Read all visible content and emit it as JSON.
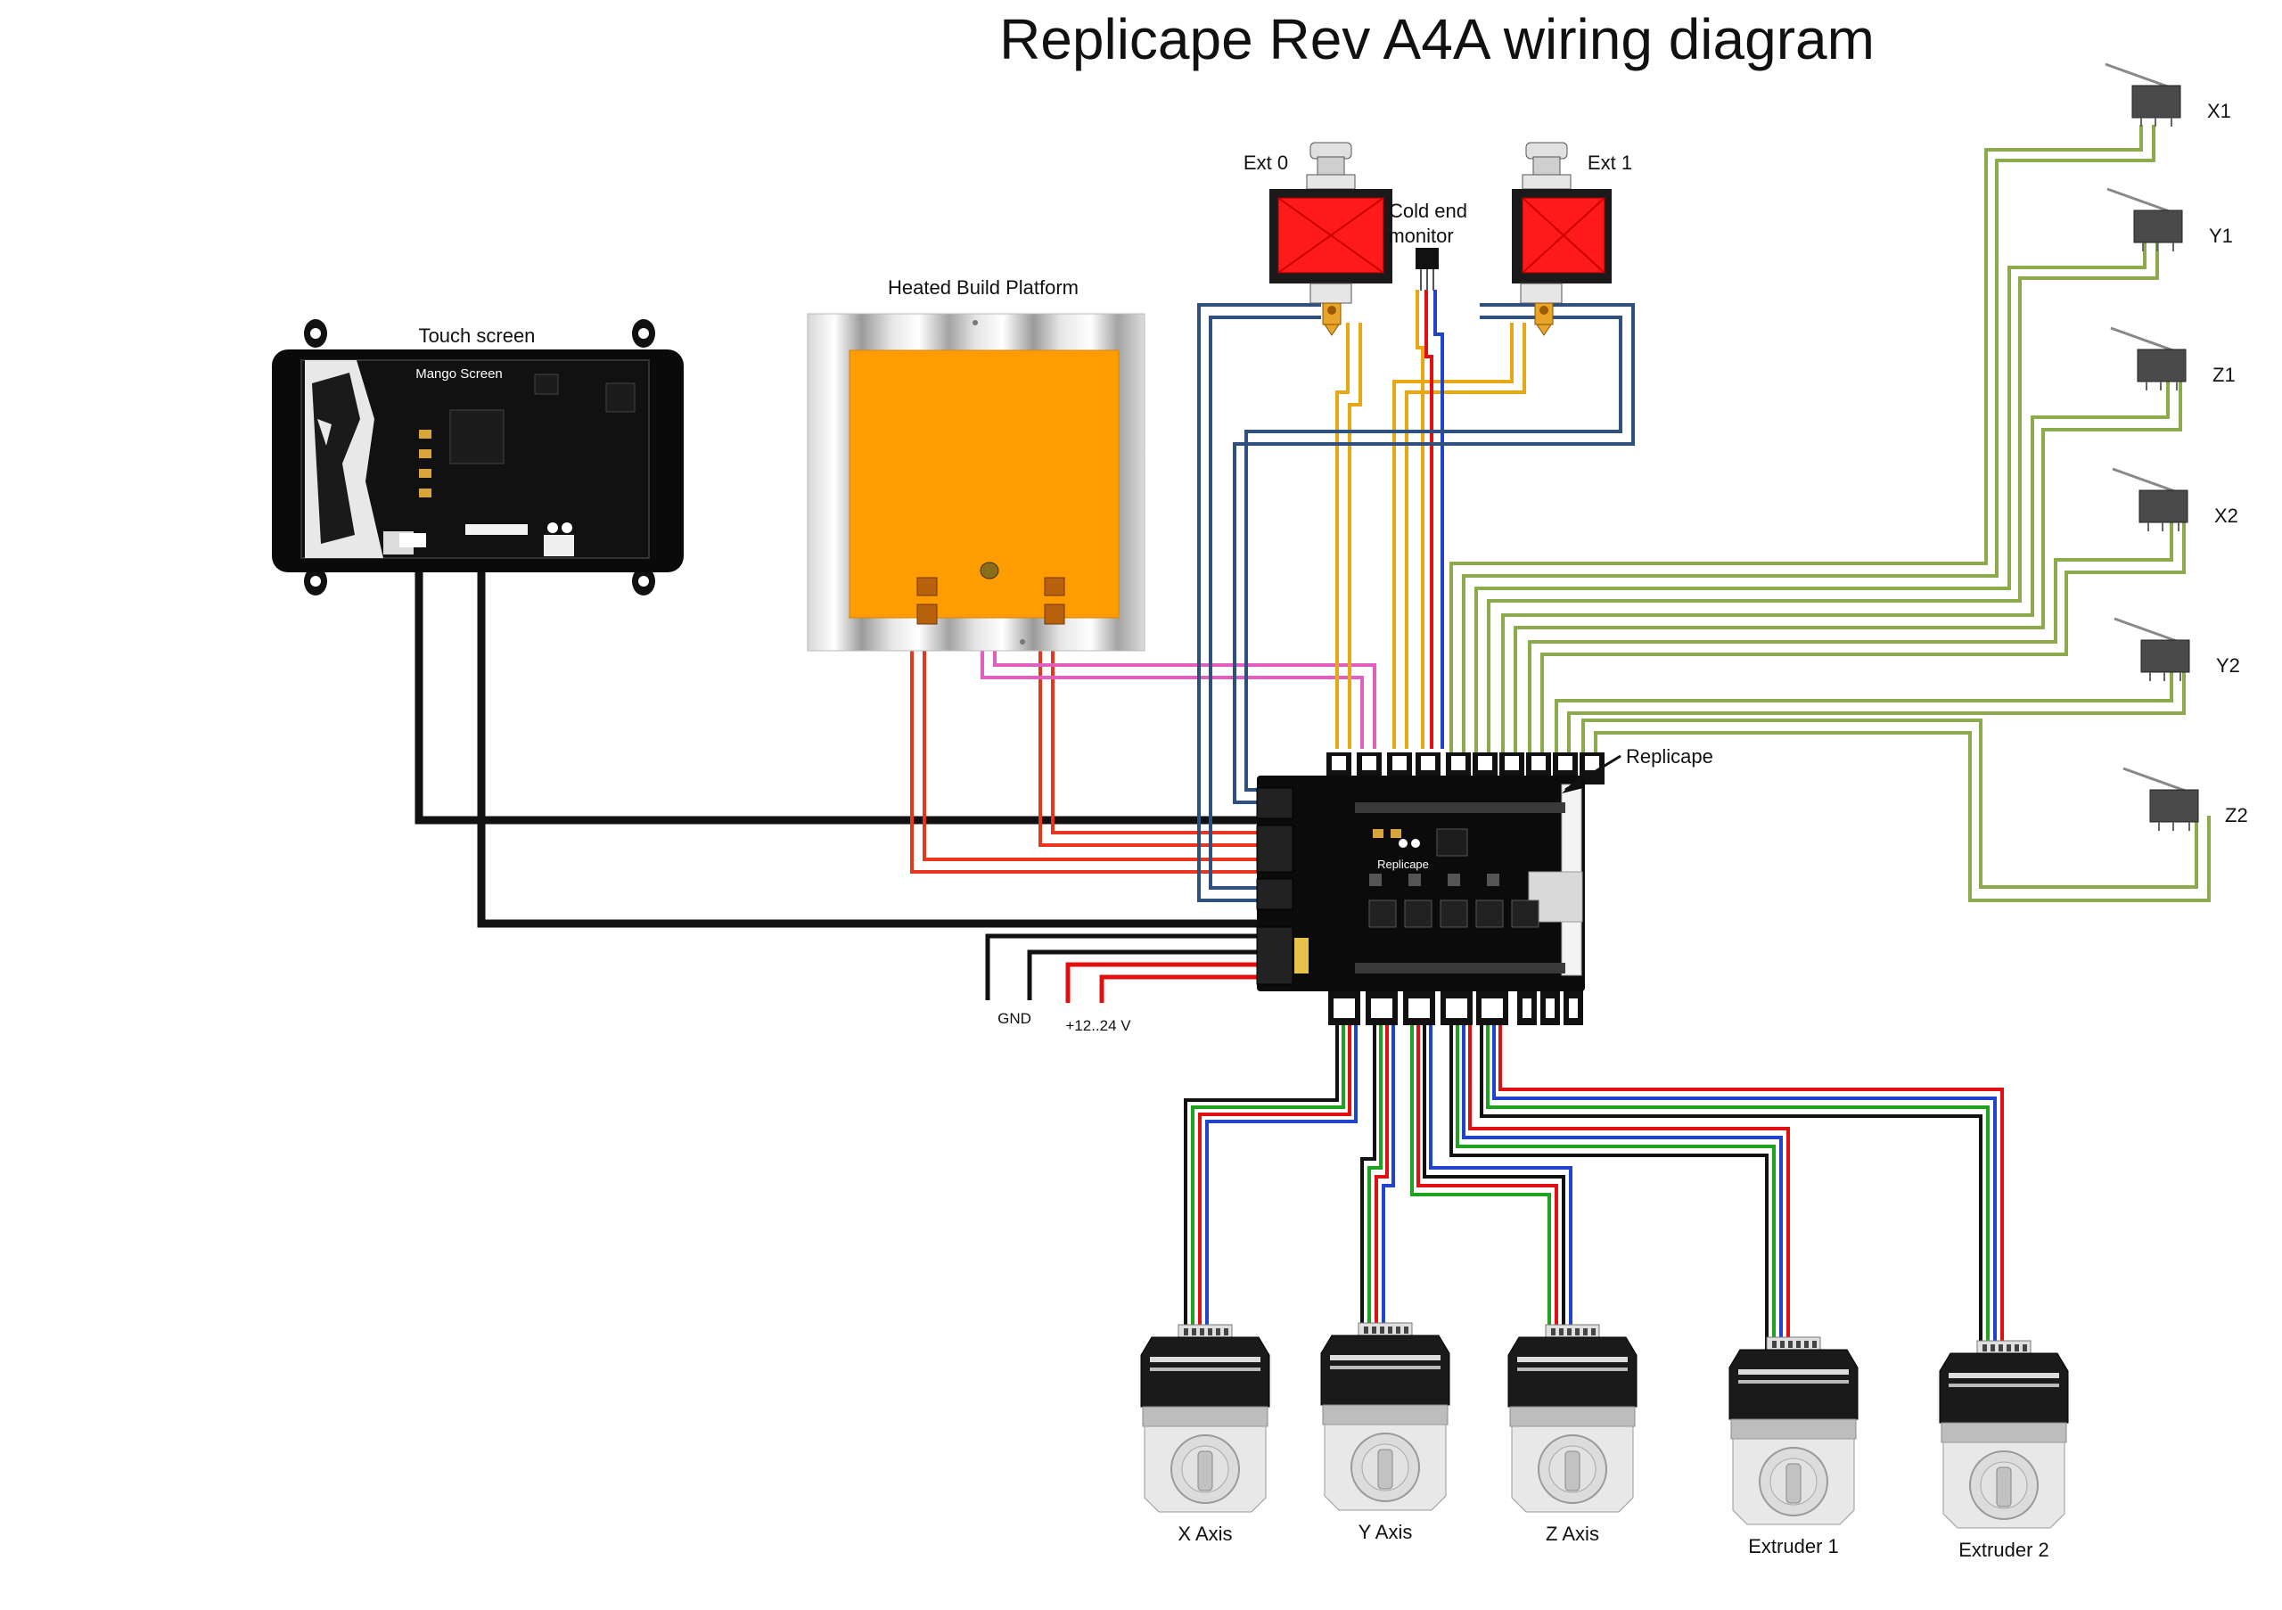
{
  "title": "Replicape Rev A4A wiring diagram",
  "labels": {
    "touch_screen": "Touch screen",
    "screen_brand": "Mango Screen",
    "heated_bed": "Heated Build Platform",
    "ext0": "Ext 0",
    "ext1": "Ext 1",
    "cold_end_line1": "Cold end",
    "cold_end_line2": "monitor",
    "replicape": "Replicape",
    "board_brand": "Replicape",
    "gnd": "GND",
    "power": "+12..24 V",
    "endstops": [
      "X1",
      "Y1",
      "Z1",
      "X2",
      "Y2",
      "Z2"
    ],
    "motors": [
      "X Axis",
      "Y Axis",
      "Z Axis",
      "Extruder 1",
      "Extruder 2"
    ]
  },
  "colors": {
    "endstop_wire": "#8aaa4c",
    "hotend_wire": "#e6a817",
    "fan_wire": "#2f4f7f",
    "thermistor_wire": "#e35fbf",
    "bed_wire": "#e8361c",
    "power_wire": "#e01010",
    "ground_wire": "#111111",
    "bed_surface": "#ff9d00",
    "heater_block": "#ff1a1a"
  },
  "icons": {
    "hotend": "hotend-icon",
    "endstop": "endstop-switch-icon",
    "motor": "stepper-motor-icon",
    "sensor": "temperature-sensor-icon"
  }
}
